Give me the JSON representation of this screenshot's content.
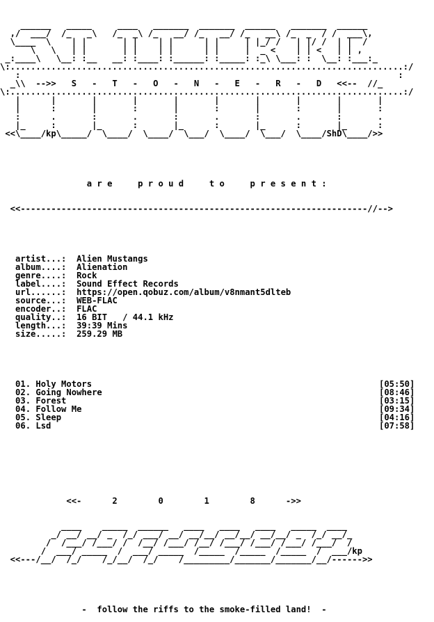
{
  "banner_top": [
    "    ______   _____     ____   _______  _______  ______   _______  ______",
    "  ,/  ___/  /_   _\\   /_  _\\ /_   __/ /_   __/ /_   __\\ /_  _  / /  ___\\,",
    "  \\____  \\    | |       | |    | |      | |     | |_/ /   | |/ /  | |  /",
    "      \\   \\   | |       | |    | |      | |     |  _ <    | | <   | | ,",
    " _:____\\   \\__: :__   __: :____: :______: :_____: :_\\ \\___: :  \\__: :___:_",
    "\\:.............................................................................:/",
    "   :                                                                          :",
    "  _\\\\  -->>   S   -   T   -   O   -   N   -   E   -   R   -   D   <<--  //_",
    "\\:.............................................................................:/",
    "   |      |       |       |       |       |       |       |       |       |",
    "   |      :       |       :       |       :       |       :       |       :",
    "   :      .       :       .       :       .       :       .       :       .",
    "   |_     :       |_      :       |_      :       |_      :       |_      :",
    " <<\\____/kp\\_____/  \\____/  \\____/  \\___/  \\____/  \\___/  \\____/ShD\\____/>>"
  ],
  "present_line": "                 a r e     p r o u d     t o     p r e s e n t :",
  "present_rule": "  <<--------------------------------------------------------------------//-->",
  "meta": [
    {
      "label": "artist...:",
      "value": "Alien Mustangs"
    },
    {
      "label": "album....:",
      "value": "Alienation"
    },
    {
      "label": "genre....:",
      "value": "Rock"
    },
    {
      "label": "label....:",
      "value": "Sound Effect Records"
    },
    {
      "label": "url......:",
      "value": "https://open.qobuz.com/album/v8nmant5dlteb"
    },
    {
      "label": "source...:",
      "value": "WEB-FLAC"
    },
    {
      "label": "encoder..:",
      "value": "FLAC"
    },
    {
      "label": "quality..:",
      "value": "16 BIT   / 44.1 kHz"
    },
    {
      "label": "length...:",
      "value": "39:39 Mins"
    },
    {
      "label": "size.....:",
      "value": "259.29 MB"
    }
  ],
  "tracks": [
    {
      "num": "01.",
      "title": "Holy Motors",
      "time": "[05:50]"
    },
    {
      "num": "02.",
      "title": "Going Nowhere",
      "time": "[08:46]"
    },
    {
      "num": "03.",
      "title": "Forest",
      "time": "[03:15]"
    },
    {
      "num": "04.",
      "title": "Follow Me",
      "time": "[09:34]"
    },
    {
      "num": "05.",
      "title": "Sleep",
      "time": "[04:16]"
    },
    {
      "num": "06.",
      "title": "Lsd",
      "time": "[07:58]"
    }
  ],
  "year_line": "             <<-      2        0        1        8      ->>",
  "banner_bottom": [
    "            ____    _____  ______   ____   ____   ____   _____  ____",
    "          _/ __/ __/ _  /_/ ___/ __/ __/__/ __/__/ __/__/ _  /_/ __/_",
    "         /  /___/ /___/ /  /__/ /___/ /__/ /___/ /___/ /___/ /___/  /",
    "        /  ___/ _____  /  ___/ _____  /_____  /_____  /_____  /  ___/kp",
    "  <<---/__/  /_/    /_/__/  /_/    /_________/_______/_______/__/------>>"
  ],
  "footer": "                -  follow the riffs to the smoke-filled land!  -"
}
